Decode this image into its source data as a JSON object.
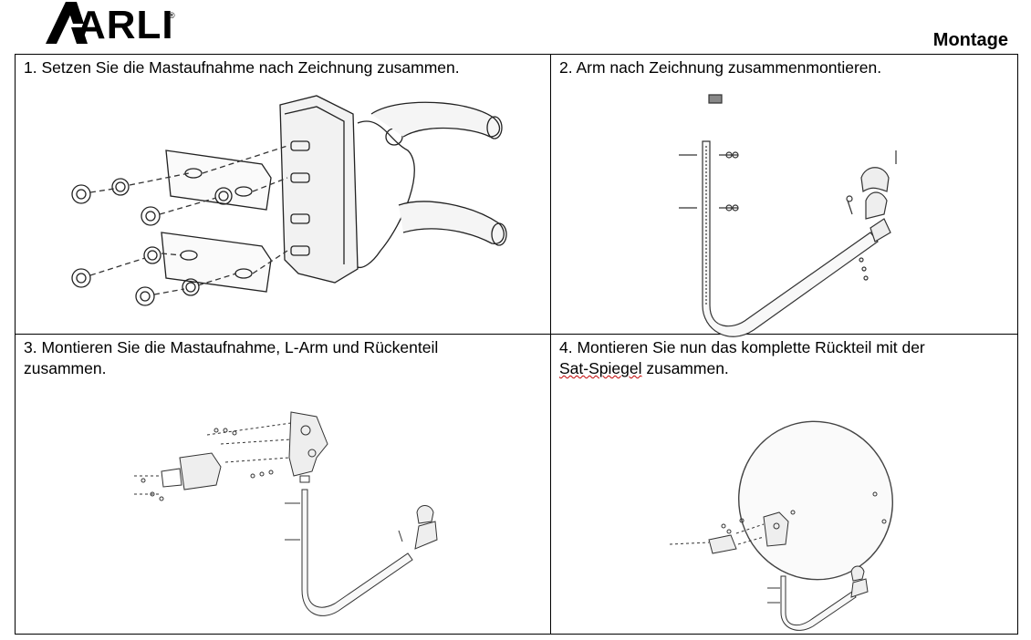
{
  "header": {
    "logo_text": "ARLI",
    "logo_registered": "®",
    "page_heading": "Montage"
  },
  "steps": [
    {
      "label": "1. Setzen Sie die Mastaufnahme nach Zeichnung zusammen."
    },
    {
      "label": "2.  Arm nach Zeichnung zusammenmontieren."
    },
    {
      "label_line1": "3. Montieren Sie die Mastaufnahme, L-Arm und Rückenteil",
      "label_line2": "zusammen."
    },
    {
      "label_line1": "4. Montieren Sie nun das komplette Rückteil mit der",
      "label_line2_word": "Sat-Spiegel",
      "label_line2_rest": " zusammen."
    }
  ]
}
